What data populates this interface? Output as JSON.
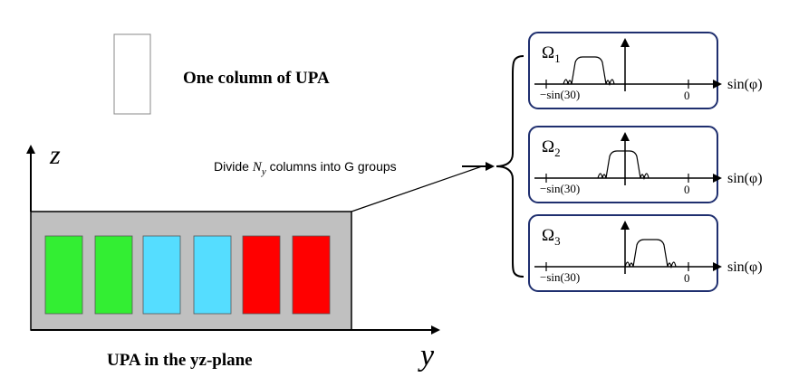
{
  "legend": {
    "label": "One column of UPA"
  },
  "axes": {
    "z_label": "z",
    "y_label": "y"
  },
  "upa": {
    "caption": "UPA in the yz-plane",
    "panel_color": "#c0c0c0",
    "column_colors": [
      "#33ee33",
      "#33ee33",
      "#55ddff",
      "#55ddff",
      "#ff0000",
      "#ff0000"
    ]
  },
  "divide": {
    "prefix": "Divide ",
    "variable": "N",
    "subscript": "y",
    "suffix": " columns into G groups"
  },
  "groups": [
    {
      "omega": "Ω",
      "sub": "1",
      "tick_left": "−sin(30)",
      "tick_zero": "0",
      "axis_label": "sin(φ)"
    },
    {
      "omega": "Ω",
      "sub": "2",
      "tick_left": "−sin(30)",
      "tick_zero": "0",
      "axis_label": "sin(φ)"
    },
    {
      "omega": "Ω",
      "sub": "3",
      "tick_left": "−sin(30)",
      "tick_zero": "0",
      "axis_label": "sin(φ)"
    }
  ],
  "colors": {
    "group_box_border": "#1f2f6f",
    "line": "#000000"
  }
}
